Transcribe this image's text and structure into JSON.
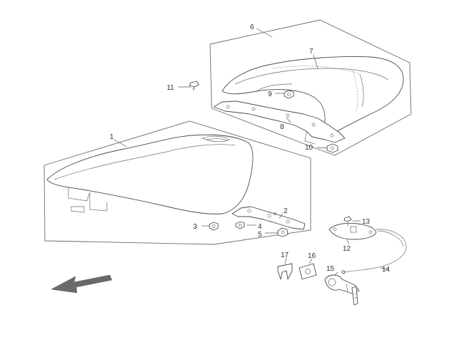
{
  "diagram": {
    "callouts": {
      "c1": "1",
      "c2": "2",
      "c3": "3",
      "c4": "4",
      "c5": "5",
      "c6": "6",
      "c7": "7",
      "c8": "8",
      "c9": "9",
      "c10": "10",
      "c11": "11",
      "c12": "12",
      "c13": "13",
      "c14": "14",
      "c15": "15",
      "c16": "16",
      "c17": "17"
    },
    "colors": {
      "line": "#4a4a4a",
      "arrow": "#6a6a6a",
      "background": "#ffffff"
    },
    "icons": {
      "direction": "front-direction-arrow-icon"
    }
  }
}
